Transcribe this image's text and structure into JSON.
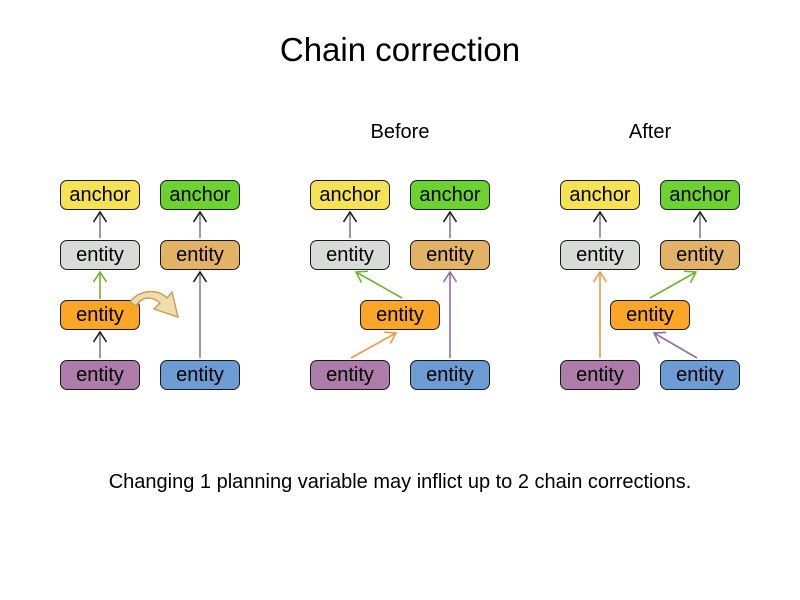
{
  "title": "Chain correction",
  "caption": "Changing 1 planning variable may inflict up to 2 chain corrections.",
  "groups": [
    {
      "label": "",
      "nodes": {
        "anchor_yellow": "anchor",
        "anchor_green": "anchor",
        "entity_gray": "entity",
        "entity_tan": "entity",
        "entity_orange": "entity",
        "entity_purple": "entity",
        "entity_blue": "entity"
      },
      "edges": [
        {
          "from": "entity_purple",
          "to": "entity_orange",
          "color": "gray"
        },
        {
          "from": "entity_orange",
          "to": "entity_gray",
          "color": "green"
        },
        {
          "from": "entity_gray",
          "to": "anchor_yellow",
          "color": "gray"
        },
        {
          "from": "entity_blue",
          "to": "entity_tan",
          "color": "gray"
        },
        {
          "from": "entity_tan",
          "to": "anchor_green",
          "color": "gray"
        }
      ],
      "move_hint": {
        "from": "entity_orange",
        "to": "second_chain",
        "style": "curved_tan_arrow"
      }
    },
    {
      "label": "Before",
      "nodes": {
        "anchor_yellow": "anchor",
        "anchor_green": "anchor",
        "entity_gray": "entity",
        "entity_tan": "entity",
        "entity_orange": "entity",
        "entity_purple": "entity",
        "entity_blue": "entity"
      },
      "edges": [
        {
          "from": "entity_gray",
          "to": "anchor_yellow",
          "color": "gray"
        },
        {
          "from": "entity_tan",
          "to": "anchor_green",
          "color": "gray"
        },
        {
          "from": "entity_orange",
          "to": "entity_gray",
          "color": "green"
        },
        {
          "from": "entity_purple",
          "to": "entity_orange",
          "color": "orange"
        },
        {
          "from": "entity_blue",
          "to": "entity_tan",
          "color": "purple"
        }
      ]
    },
    {
      "label": "After",
      "nodes": {
        "anchor_yellow": "anchor",
        "anchor_green": "anchor",
        "entity_gray": "entity",
        "entity_tan": "entity",
        "entity_orange": "entity",
        "entity_purple": "entity",
        "entity_blue": "entity"
      },
      "edges": [
        {
          "from": "entity_gray",
          "to": "anchor_yellow",
          "color": "gray"
        },
        {
          "from": "entity_tan",
          "to": "anchor_green",
          "color": "gray"
        },
        {
          "from": "entity_purple",
          "to": "entity_gray",
          "color": "orange"
        },
        {
          "from": "entity_orange",
          "to": "entity_tan",
          "color": "green"
        },
        {
          "from": "entity_blue",
          "to": "entity_orange",
          "color": "purple"
        }
      ]
    }
  ],
  "colors": {
    "anchor_yellow": "#f6e255",
    "anchor_green": "#6cd22f",
    "entity_gray": "#d8dbd8",
    "entity_tan": "#e2b367",
    "entity_orange": "#fba626",
    "entity_purple": "#ae7ca8",
    "entity_blue": "#6c9cd3",
    "node_border": "#1a1a1a",
    "arrow_gray": "#808080",
    "arrow_head_dark": "#1a1a1a",
    "arrow_green": "#6eb22e",
    "arrow_orange": "#ee9a40",
    "arrow_purple": "#8e6fa5",
    "move_arrow_fill": "#f0dcac",
    "move_arrow_stroke": "#c59f56"
  }
}
